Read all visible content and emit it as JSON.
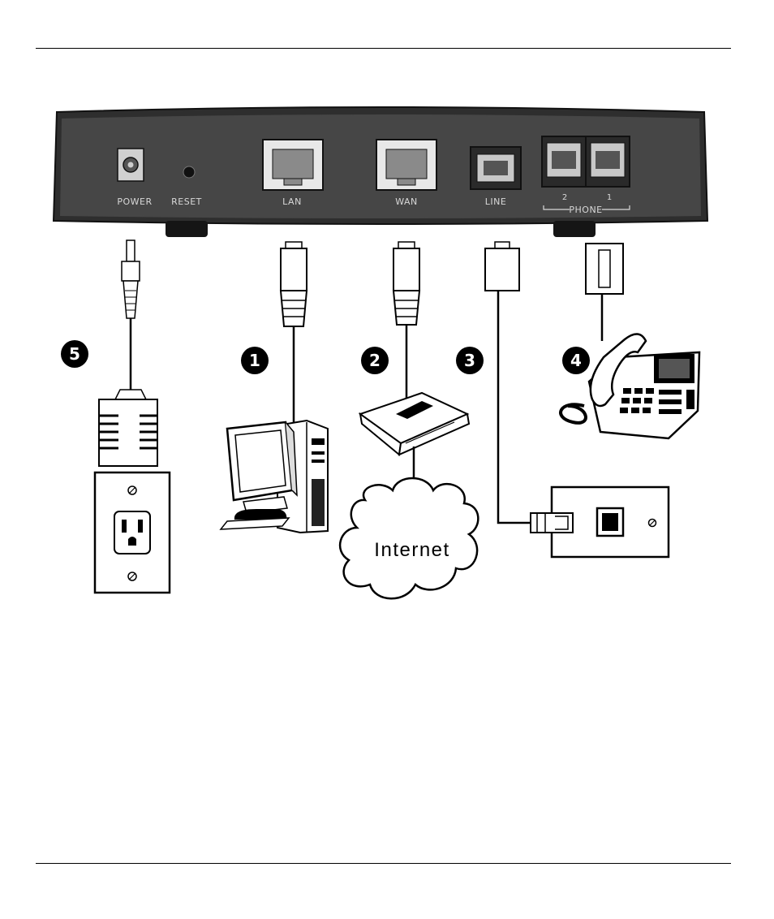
{
  "device": {
    "ports": {
      "power": "POWER",
      "reset": "RESET",
      "lan": "LAN",
      "wan": "WAN",
      "line": "LINE",
      "phone_group": "PHONE",
      "phone_2": "2",
      "phone_1": "1"
    }
  },
  "callouts": {
    "c1": "1",
    "c2": "2",
    "c3": "3",
    "c4": "4",
    "c5": "5"
  },
  "cloud_label": "Internet",
  "colors": {
    "device_body": "#3a3a3a",
    "device_face": "#4a4a4a",
    "port_label": "#d8d8d8",
    "callout_fill": "#000000"
  }
}
